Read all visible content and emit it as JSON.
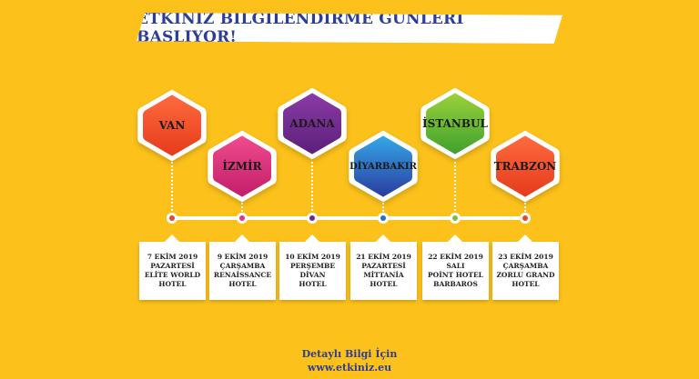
{
  "banner": {
    "title": "ETKİNİZ BİLGİLENDİRME GÜNLERİ BAŞLIYOR!"
  },
  "events": [
    {
      "city": "VAN",
      "color_top": "#FF6A3D",
      "color_bottom": "#E53B1C",
      "node_color": "#E8472A",
      "lines": [
        "7 EKİM 2019",
        "PAZARTESİ",
        "ELİTE WORLD",
        "HOTEL"
      ]
    },
    {
      "city": "İZMİR",
      "color_top": "#F04B8C",
      "color_bottom": "#C21E6A",
      "node_color": "#E63583",
      "lines": [
        "9 EKİM 2019",
        "ÇARŞAMBA",
        "RENAİSSANCE",
        "HOTEL"
      ]
    },
    {
      "city": "ADANA",
      "color_top": "#8A3BA6",
      "color_bottom": "#5C1F7A",
      "node_color": "#6E2A8A",
      "lines": [
        "10 EKİM 2019",
        "PERŞEMBE",
        "DİVAN",
        "HOTEL"
      ]
    },
    {
      "city": "DİYARBAKIR",
      "color_top": "#34A8E8",
      "color_bottom": "#2A3C9E",
      "node_color": "#2F6DC4",
      "lines": [
        "21 EKİM 2019",
        "PAZARTESİ",
        "MİTTANİA",
        "HOTEL"
      ]
    },
    {
      "city": "İSTANBUL",
      "color_top": "#9BD13A",
      "color_bottom": "#3FA12E",
      "node_color": "#7BC13A",
      "lines": [
        "22 EKİM 2019",
        "SALI",
        "POİNT HOTEL",
        "BARBAROS"
      ]
    },
    {
      "city": "TRABZON",
      "color_top": "#FF6A3D",
      "color_bottom": "#E53B1C",
      "node_color": "#E8472A",
      "lines": [
        "23 EKİM 2019",
        "ÇARŞAMBA",
        "ZORLU GRAND",
        "HOTEL"
      ]
    }
  ],
  "footer": {
    "line1": "Detaylı Bilgi İçin",
    "line2": "www.etkiniz.eu"
  }
}
